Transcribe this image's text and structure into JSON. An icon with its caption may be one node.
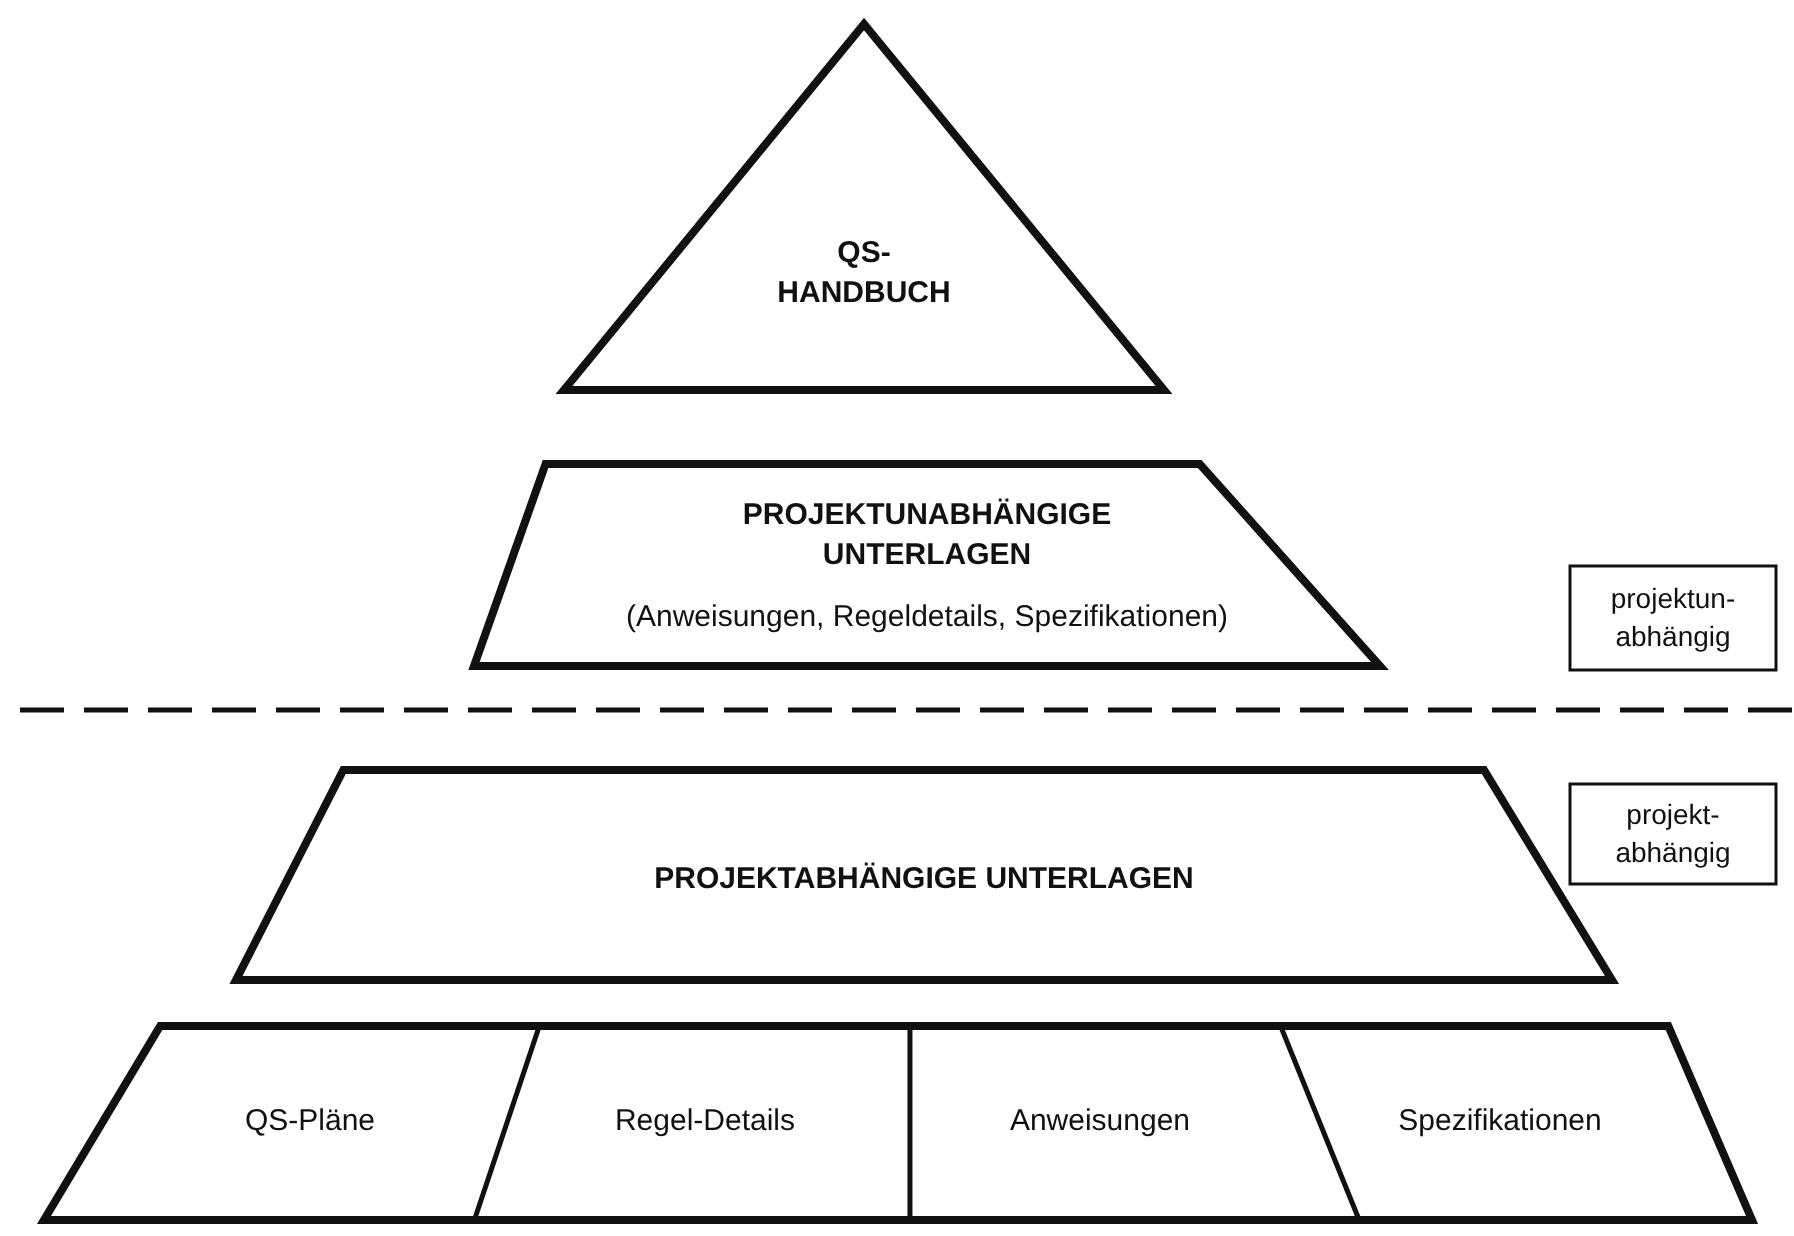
{
  "diagram": {
    "nodes": [
      {
        "text": [
          "QS- HANDBUCH"
        ]
      },
      {
        "text": [
          "PROJEKTUNABHÄNGIGE UNTERLAGEN",
          "(Anweisungen, Regeldetails, Spezifikationen)"
        ]
      },
      {
        "text": [
          "projektun- abhängig"
        ]
      },
      {
        "text": [
          "PROJEKTABHÄNGIGE UNTERLAGEN"
        ]
      },
      {
        "text": [
          "projekt- abhängig"
        ]
      },
      {
        "text": [],
        "shape": "trapezoid"
      },
      {
        "text": [
          "QS-Pläne"
        ],
        "in": 5
      },
      {
        "text": [
          "Regel-Details"
        ],
        "in": 5
      },
      {
        "text": [
          "Anweisungen"
        ],
        "in": 5
      },
      {
        "text": [
          "Spezifikationen"
        ],
        "in": 5
      }
    ]
  }
}
